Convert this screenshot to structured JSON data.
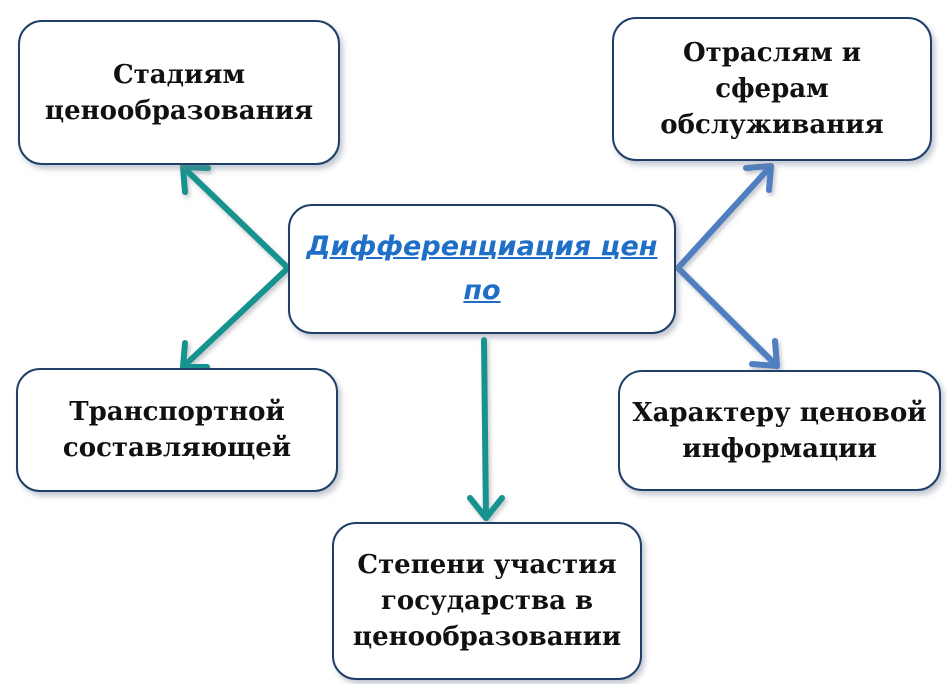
{
  "diagram": {
    "center": {
      "title": "Дифференциация цен по"
    },
    "nodes": {
      "stages": "Стадиям ценообразования",
      "industries": "Отраслям и сферам обслуживания",
      "transport": "Транспортной составляющей",
      "info": "Характеру ценовой информации",
      "state": "Степени участия государства в ценообразовании"
    },
    "colors": {
      "teal_arrow": "#17938e",
      "blue_arrow": "#4f7fc0",
      "box_border": "#1f3f68",
      "center_text": "#1f6fc6"
    }
  }
}
